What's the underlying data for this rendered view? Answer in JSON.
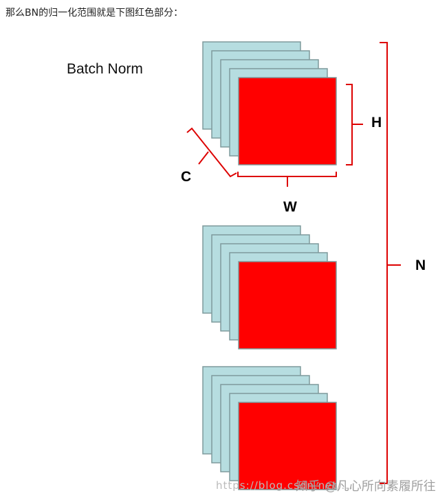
{
  "caption": "那么BN的归一化范围就是下图红色部分：",
  "title": "Batch Norm",
  "labels": {
    "h": "H",
    "w": "W",
    "c": "C",
    "n": "N"
  },
  "colors": {
    "red": "#ff0000",
    "teal": "#b6dde0",
    "stroke": "#7f9a9c",
    "brace": "#dd0000"
  },
  "stacks": [
    {
      "layers": 5
    },
    {
      "layers": 5
    },
    {
      "layers": 5
    }
  ],
  "watermark": "https://blog.csdn.net/...",
  "watermark_brand": "知乎 @凡心所向素履所往"
}
